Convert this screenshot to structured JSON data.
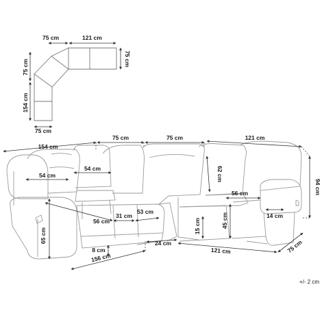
{
  "plan": {
    "top_width_left": "75 cm",
    "top_width_right": "121 cm",
    "right_depth": "75 cm",
    "left_depth_top": "75 cm",
    "left_side": "154 cm",
    "bottom_width": "75 cm"
  },
  "main": {
    "left_overall": "154 cm",
    "corner_left": "75 cm",
    "corner_right": "75 cm",
    "right_overall": "121 cm",
    "height": "94 cm",
    "seat_width_left": "54 cm",
    "console_width": "54 cm",
    "back_height": "62 cm",
    "seat_width_right": "56 cm",
    "seat_depth": "56 cm",
    "console_depth": "31 cm",
    "seat_span": "53 cm",
    "arm_width": "14 cm",
    "arm_height": "65 cm",
    "footrest_height": "15 cm",
    "seat_height": "45 cm",
    "clearance": "8 cm",
    "bottom_left": "156 cm",
    "bottom_corner": "24 cm",
    "bottom_right": "121 cm",
    "bottom_depth": "75 cm"
  },
  "tolerance": "+/- 2 cm"
}
